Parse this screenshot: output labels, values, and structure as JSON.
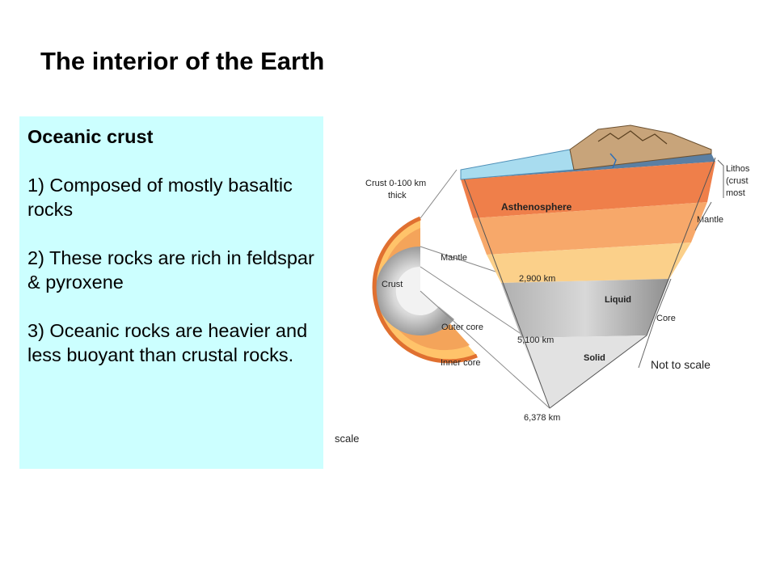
{
  "slide": {
    "title": "The interior of the Earth"
  },
  "text_box": {
    "heading": "Oceanic crust",
    "points": [
      "1) Composed of mostly basaltic rocks",
      "2) These rocks are rich in feldspar & pyroxene",
      "3) Oceanic rocks are heavier and less buoyant than crustal rocks."
    ]
  },
  "diagram": {
    "labels": {
      "crust_thickness_1": "Crust 0-100 km",
      "crust_thickness_2": "thick",
      "asthenosphere": "Asthenosphere",
      "mantle_left": "Mantle",
      "crust": "Crust",
      "depth_2900": "2,900 km",
      "outer_core": "Outer core",
      "depth_5100": "5,100 km",
      "inner_core": "Inner core",
      "depth_6378": "6,378 km",
      "scale_fragment": "scale",
      "liquid": "Liquid",
      "solid": "Solid",
      "lithosphere_1": "Lithos",
      "lithosphere_2": "(crust",
      "lithosphere_3": "most",
      "mantle_right": "Mantle",
      "core": "Core",
      "not_to_scale": "Not to scale"
    },
    "colors": {
      "ocean": "#a8dcef",
      "asthenosphere": "#ef7f4a",
      "upper_mantle": "#f7a86a",
      "lower_mantle": "#fbd08a",
      "outer_core": "#bdbdbd",
      "inner_core": "#e2e2e2",
      "text_box_bg": "#ccffff"
    }
  }
}
